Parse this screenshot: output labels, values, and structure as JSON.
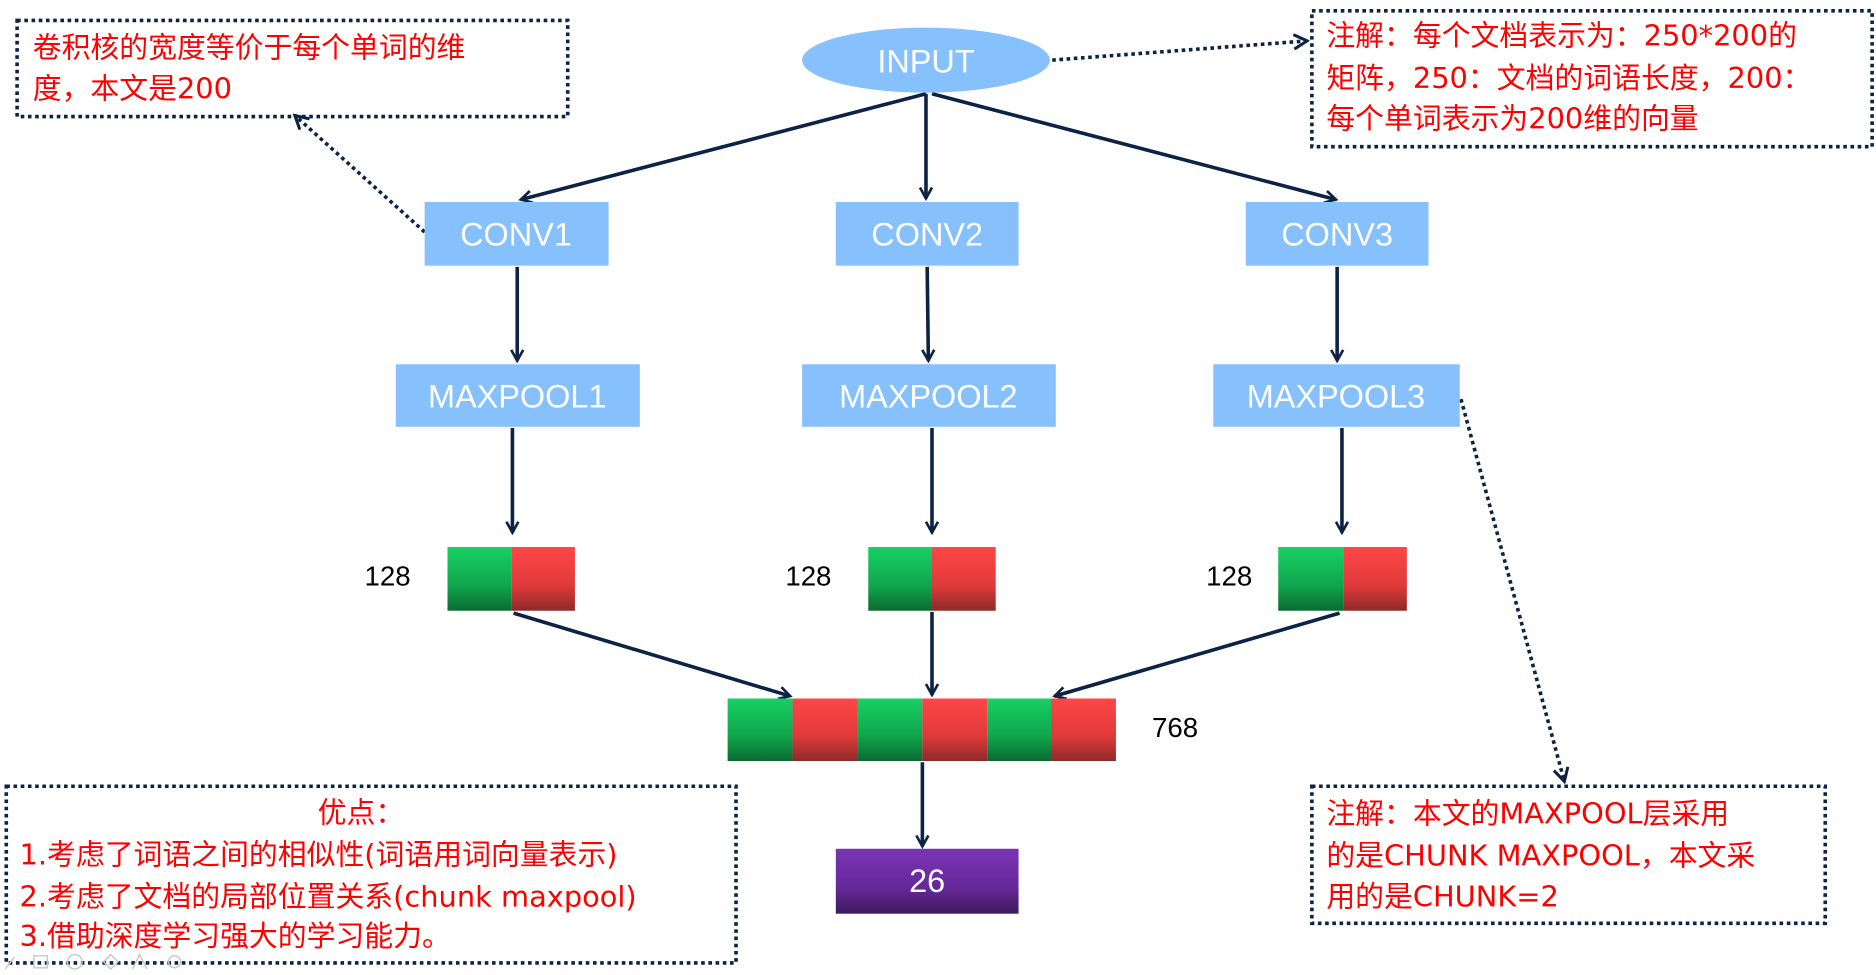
{
  "nodes": {
    "input": "INPUT",
    "conv": [
      "CONV1",
      "CONV2",
      "CONV3"
    ],
    "maxpool": [
      "MAXPOOL1",
      "MAXPOOL2",
      "MAXPOOL3"
    ],
    "pooled_size": [
      "128",
      "128",
      "128"
    ],
    "concat_size": "768",
    "output": "26"
  },
  "notes": {
    "kernel_width": [
      "卷积核的宽度等价于每个单词的维",
      "度，本文是200"
    ],
    "input_shape": [
      "注解：每个文档表示为：250*200的",
      "矩阵，250：文档的词语长度，200：",
      "每个单词表示为200维的向量"
    ],
    "advantages": {
      "title": "优点：",
      "items": [
        "1.考虑了词语之间的相似性(词语用词向量表示)",
        "2.考虑了文档的局部位置关系(chunk maxpool)",
        "3.借助深度学习强大的学习能力。"
      ]
    },
    "chunk_maxpool": [
      "注解：本文的MAXPOOL层采用",
      "的是CHUNK MAXPOOL，本文采",
      "用的是CHUNK=2"
    ]
  },
  "colors": {
    "node_fill": "#86c0fd",
    "arrow": "#0d2345",
    "note_text": "#ff0000",
    "green": "#14c45e",
    "red": "#f04040",
    "purple": "#7030a0"
  }
}
